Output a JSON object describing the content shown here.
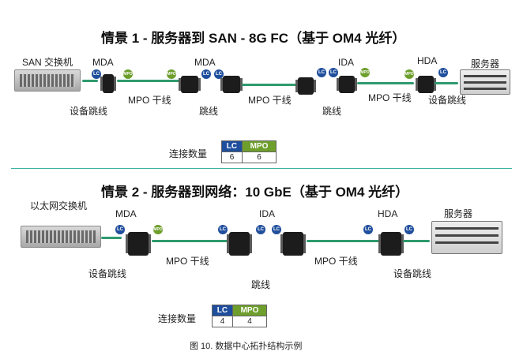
{
  "scenario1": {
    "title": "情景 1 - 服务器到 SAN - 8G FC（基于 OM4 光纤）",
    "switch_label": "SAN 交换机",
    "server_label": "服务器",
    "mda": "MDA",
    "mda2": "MDA",
    "ida": "IDA",
    "hda": "HDA",
    "trunk1": "MPO 干线",
    "trunk2": "MPO 干线",
    "trunk3": "MPO 干线",
    "patch_left": "设备跳线",
    "patch_mid": "跳线",
    "patch_mid2": "跳线",
    "patch_right": "设备跳线",
    "count_label": "连接数量",
    "table": {
      "head_lc": "LC",
      "head_mpo": "MPO",
      "val_lc": "6",
      "val_mpo": "6"
    }
  },
  "scenario2": {
    "title": "情景 2 - 服务器到网络：10 GbE（基于 OM4 光纤）",
    "switch_label": "以太网交换机",
    "server_label": "服务器",
    "mda": "MDA",
    "ida": "IDA",
    "hda": "HDA",
    "trunk1": "MPO 干线",
    "trunk2": "MPO 干线",
    "patch_left": "设备跳线",
    "patch_mid": "跳线",
    "patch_right": "设备跳线",
    "count_label": "连接数量",
    "table": {
      "head_lc": "LC",
      "head_mpo": "MPO",
      "val_lc": "4",
      "val_mpo": "4"
    }
  },
  "connectors": {
    "lc": "LC",
    "mpo": "MPO"
  },
  "caption": "图 10. 数据中心拓扑结构示例",
  "colors": {
    "lc": "#1f4e9c",
    "mpo": "#6e9e2c",
    "cable": "#2f9a6e",
    "separator": "#3bb3a0"
  }
}
